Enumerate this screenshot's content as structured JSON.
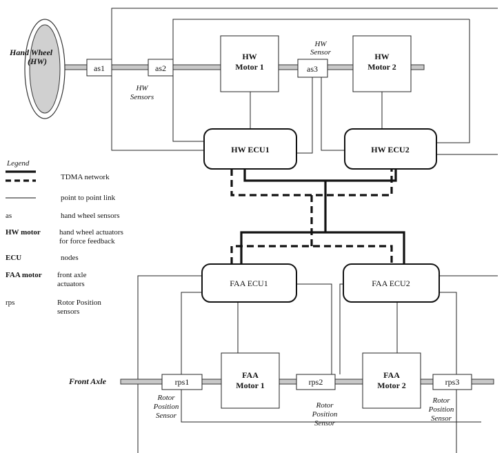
{
  "hand_wheel": {
    "line1": "Hand Wheel",
    "line2": "(HW)"
  },
  "sensors": {
    "as1": "as1",
    "as2": "as2",
    "as3": "as3",
    "hw_sensors_line1": "HW",
    "hw_sensors_line2": "Sensors",
    "hw_sensor_line1": "HW",
    "hw_sensor_line2": "Sensor"
  },
  "hw_motor_1": {
    "line1": "HW",
    "line2": "Motor 1"
  },
  "hw_motor_2": {
    "line1": "HW",
    "line2": "Motor 2"
  },
  "hw_ecu_1": "HW ECU1",
  "hw_ecu_2": "HW ECU2",
  "faa_ecu_1": "FAA ECU1",
  "faa_ecu_2": "FAA ECU2",
  "faa_motor_1": {
    "line1": "FAA",
    "line2": "Motor 1"
  },
  "faa_motor_2": {
    "line1": "FAA",
    "line2": "Motor 2"
  },
  "front_axle": "Front Axle",
  "rps": {
    "rps1": "rps1",
    "rps2": "rps2",
    "rps3": "rps3"
  },
  "rotor_sensor_label": {
    "line1": "Rotor",
    "line2": "Position",
    "line3": "Sensor"
  },
  "legend": {
    "title": "Legend",
    "tdma": "TDMA network",
    "p2p": "point to point link",
    "as_key": "as",
    "as_desc": "hand wheel sensors",
    "hwm_key": "HW motor",
    "hwm_desc_1": "hand wheel actuators",
    "hwm_desc_2": "for force feedback",
    "ecu_key": "ECU",
    "ecu_desc": "nodes",
    "faa_key": "FAA motor",
    "faa_desc_1": "front axle",
    "faa_desc_2": "actuators",
    "rps_key": "rps",
    "rps_desc_1": "Rotor Position",
    "rps_desc_2": "sensors"
  }
}
